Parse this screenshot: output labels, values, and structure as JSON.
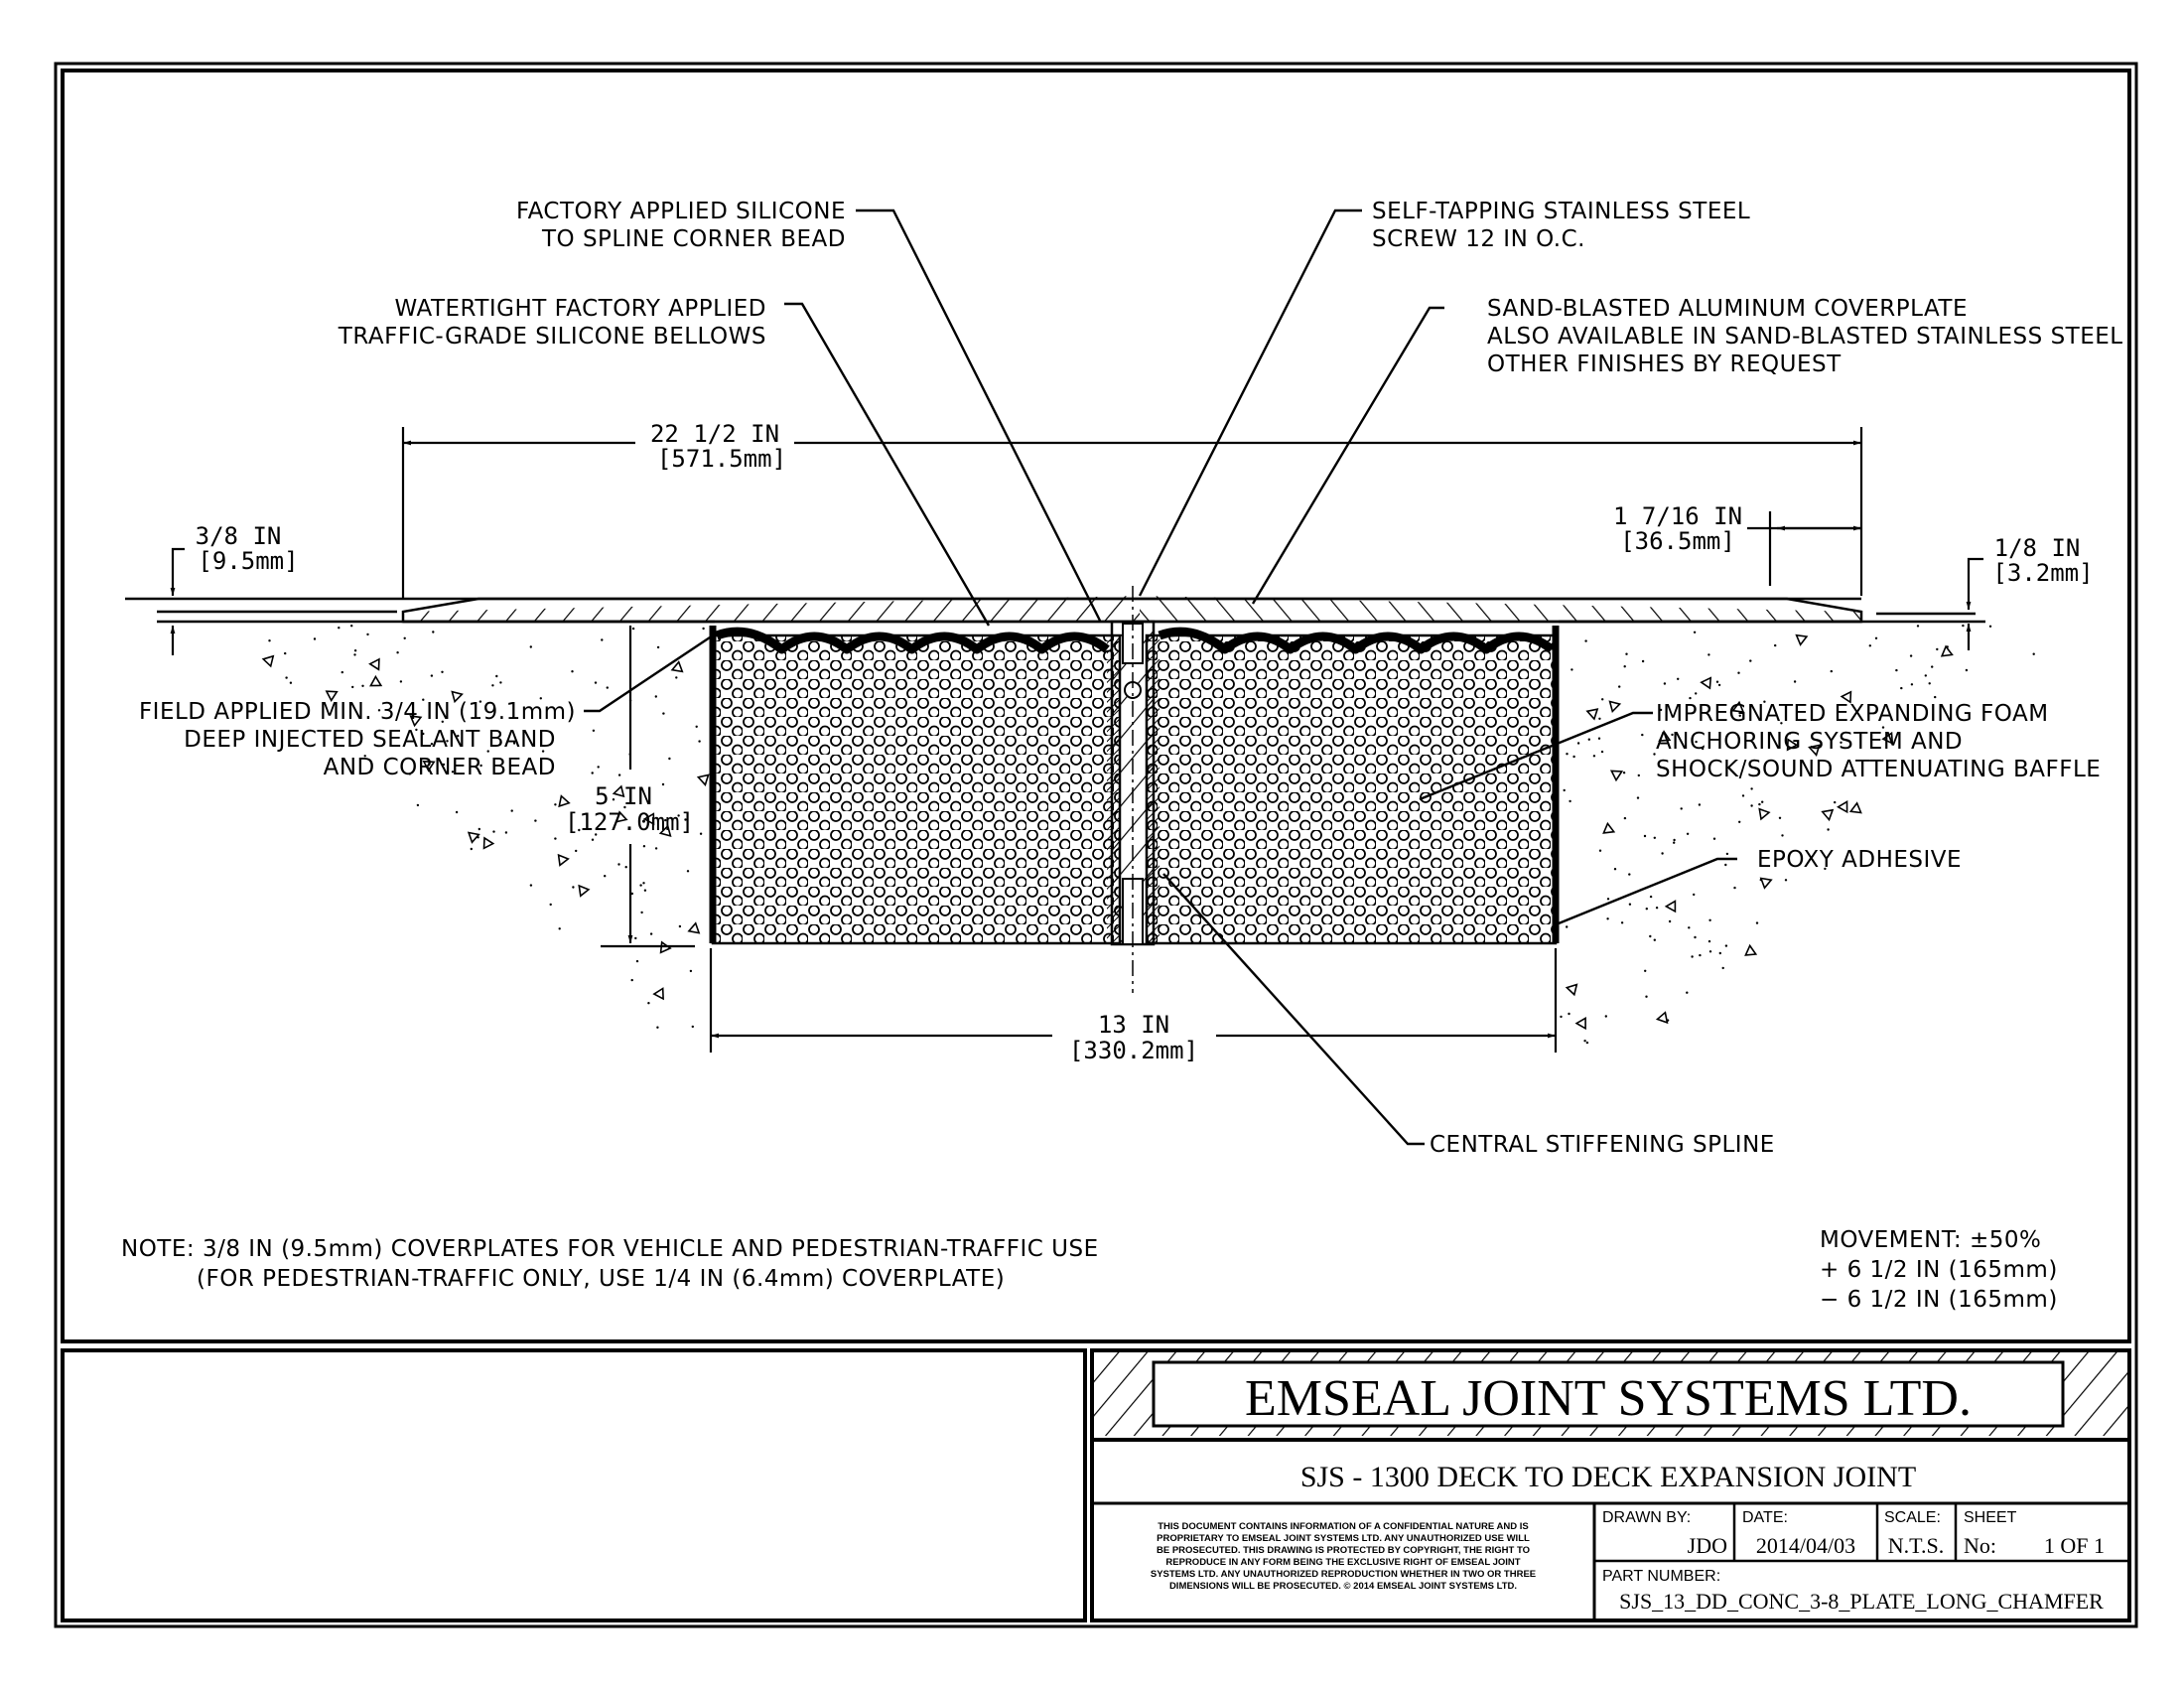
{
  "drawing": {
    "callouts": {
      "factory_silicone": [
        "FACTORY APPLIED SILICONE",
        "TO SPLINE CORNER BEAD"
      ],
      "bellows": [
        "WATERTIGHT FACTORY APPLIED",
        "TRAFFIC-GRADE SILICONE BELLOWS"
      ],
      "screw": [
        "SELF-TAPPING STAINLESS STEEL",
        "SCREW 12 IN O.C."
      ],
      "coverplate": [
        "SAND-BLASTED ALUMINUM COVERPLATE",
        "ALSO AVAILABLE IN SAND-BLASTED STAINLESS STEEL",
        "OTHER FINISHES BY REQUEST"
      ],
      "sealant": [
        "FIELD APPLIED MIN. 3/4 IN (19.1mm)",
        "DEEP INJECTED SEALANT BAND",
        "AND CORNER BEAD"
      ],
      "foam": [
        "IMPREGNATED EXPANDING FOAM",
        "ANCHORING SYSTEM AND",
        "SHOCK/SOUND ATTENUATING BAFFLE"
      ],
      "epoxy": [
        "EPOXY ADHESIVE"
      ],
      "spline": [
        "CENTRAL STIFFENING SPLINE"
      ]
    },
    "dimensions": {
      "overall_width": [
        "22 1/2 IN",
        "[571.5mm]"
      ],
      "plate_thickness": [
        "3/8 IN",
        "[9.5mm]"
      ],
      "chamfer_length": [
        "1 7/16 IN",
        "[36.5mm]"
      ],
      "chamfer_edge": [
        "1/8 IN",
        "[3.2mm]"
      ],
      "depth": [
        "5 IN",
        "[127.0mm]"
      ],
      "joint_width": [
        "13 IN",
        "[330.2mm]"
      ]
    },
    "note": [
      "NOTE: 3/8 IN (9.5mm) COVERPLATES FOR VEHICLE AND PEDESTRIAN-TRAFFIC USE",
      "(FOR PEDESTRIAN-TRAFFIC ONLY, USE 1/4 IN (6.4mm) COVERPLATE)"
    ],
    "movement": [
      "MOVEMENT: ±50%",
      "+ 6 1/2 IN (165mm)",
      "− 6 1/2 IN (165mm)"
    ]
  },
  "title_block": {
    "company": "EMSEAL JOINT SYSTEMS LTD.",
    "title": "SJS - 1300 DECK TO DECK EXPANSION JOINT",
    "disclaimer": [
      "THIS DOCUMENT CONTAINS INFORMATION OF A CONFIDENTIAL NATURE AND IS",
      "PROPRIETARY TO EMSEAL JOINT SYSTEMS LTD. ANY UNAUTHORIZED USE WILL",
      "BE PROSECUTED. THIS DRAWING IS PROTECTED BY COPYRIGHT, THE RIGHT TO",
      "REPRODUCE IN ANY FORM BEING THE EXCLUSIVE RIGHT OF EMSEAL JOINT",
      "SYSTEMS LTD. ANY UNAUTHORIZED REPRODUCTION WHETHER IN TWO OR THREE",
      "DIMENSIONS WILL BE PROSECUTED. © 2014 EMSEAL JOINT SYSTEMS LTD."
    ],
    "drawn_by_label": "DRAWN BY:",
    "drawn_by": "JDO",
    "date_label": "DATE:",
    "date": "2014/04/03",
    "scale_label": "SCALE:",
    "scale": "N.T.S.",
    "sheet_label": "SHEET",
    "sheet_no_label": "No:",
    "sheet": "1 OF 1",
    "part_number_label": "PART NUMBER:",
    "part_number": "SJS_13_DD_CONC_3-8_PLATE_LONG_CHAMFER"
  }
}
